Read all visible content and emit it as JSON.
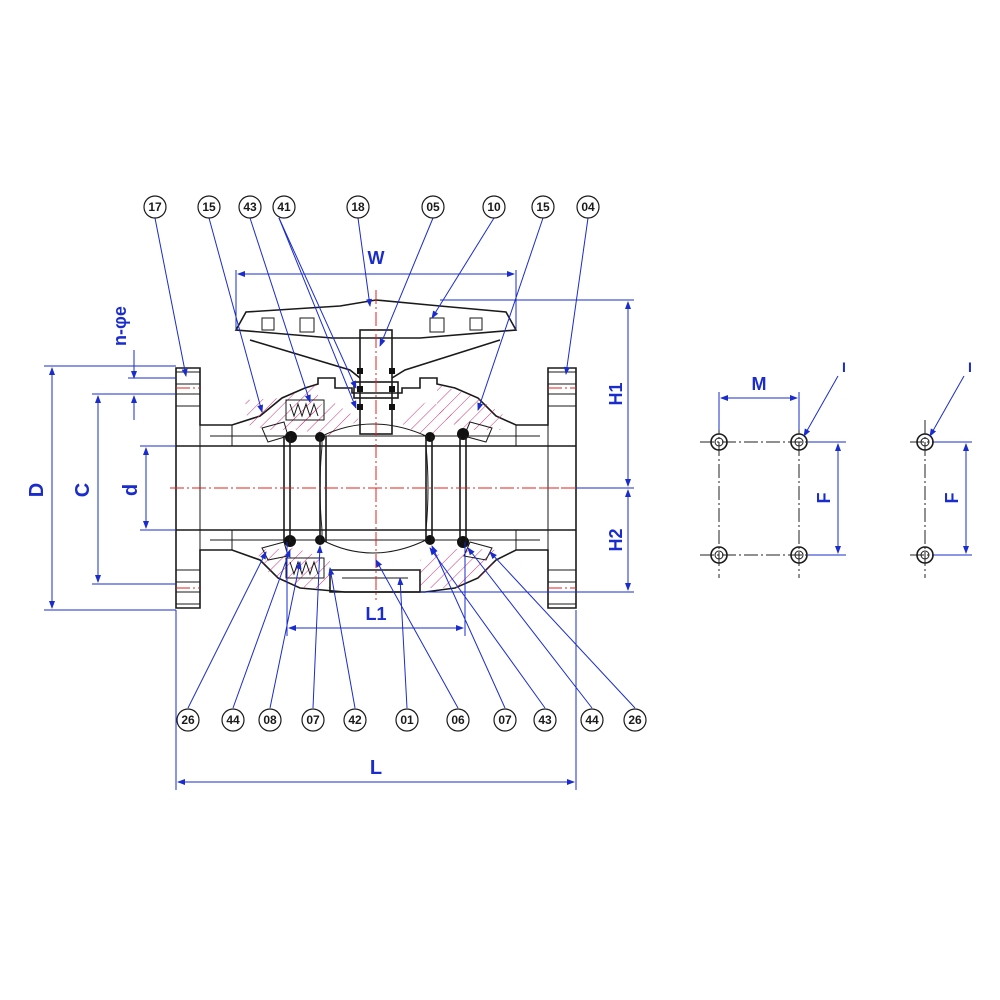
{
  "callouts_top": [
    "17",
    "15",
    "43",
    "41",
    "18",
    "05",
    "10",
    "15",
    "04"
  ],
  "callouts_bottom": [
    "26",
    "44",
    "08",
    "07",
    "42",
    "01",
    "06",
    "07",
    "43",
    "44",
    "26"
  ],
  "dimensions": {
    "n_phi_e": "n-φe",
    "D": "D",
    "C": "C",
    "d": "d",
    "W": "W",
    "H1": "H1",
    "H2": "H2",
    "L1": "L1",
    "L": "L",
    "M": "M",
    "F_left": "F",
    "F_right": "F",
    "I_left": "I",
    "I_right": "I"
  },
  "colors": {
    "dimension": "#1a2ccc",
    "centerline": "#e02020",
    "section_hatch": "#d0307a",
    "ball_hatch": "#2ab5c8",
    "seal_fill": "#7cd67c",
    "handle_hatch": "#d04040"
  }
}
